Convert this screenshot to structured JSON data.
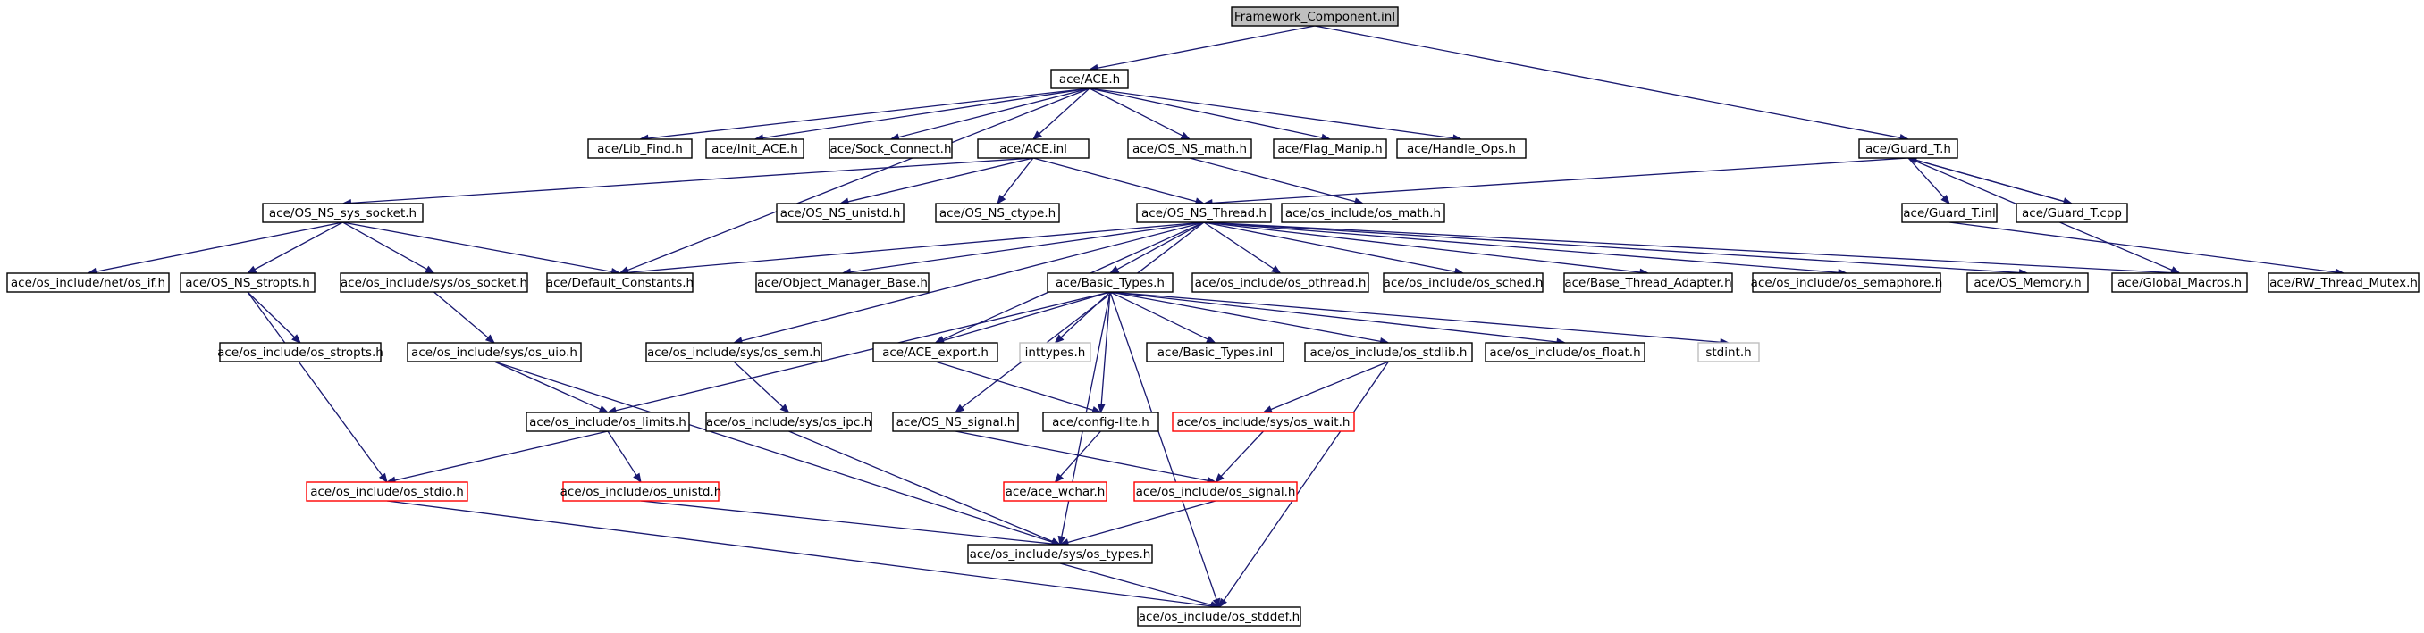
{
  "colors": {
    "edge": "#191970",
    "box_border": "#000000",
    "box_missing": "#ff0000",
    "box_external": "#bfbfbf",
    "root_fill": "#bfbfbf",
    "box_fill": "#ffffff"
  },
  "nodes": [
    {
      "id": "fc",
      "label": "Framework_Component.inl",
      "kind": "root"
    },
    {
      "id": "ace_h",
      "label": "ace/ACE.h",
      "kind": "normal"
    },
    {
      "id": "guard_h",
      "label": "ace/Guard_T.h",
      "kind": "normal"
    },
    {
      "id": "lib_find",
      "label": "ace/Lib_Find.h",
      "kind": "normal"
    },
    {
      "id": "init_ace",
      "label": "ace/Init_ACE.h",
      "kind": "normal"
    },
    {
      "id": "sock_connect",
      "label": "ace/Sock_Connect.h",
      "kind": "normal"
    },
    {
      "id": "ace_inl",
      "label": "ace/ACE.inl",
      "kind": "normal"
    },
    {
      "id": "os_ns_math",
      "label": "ace/OS_NS_math.h",
      "kind": "normal"
    },
    {
      "id": "flag_manip",
      "label": "ace/Flag_Manip.h",
      "kind": "normal"
    },
    {
      "id": "handle_ops",
      "label": "ace/Handle_Ops.h",
      "kind": "normal"
    },
    {
      "id": "os_ns_sys_socket",
      "label": "ace/OS_NS_sys_socket.h",
      "kind": "normal"
    },
    {
      "id": "os_ns_unistd",
      "label": "ace/OS_NS_unistd.h",
      "kind": "normal"
    },
    {
      "id": "os_ns_ctype",
      "label": "ace/OS_NS_ctype.h",
      "kind": "normal"
    },
    {
      "id": "os_ns_thread",
      "label": "ace/OS_NS_Thread.h",
      "kind": "normal"
    },
    {
      "id": "os_math",
      "label": "ace/os_include/os_math.h",
      "kind": "normal"
    },
    {
      "id": "guard_inl",
      "label": "ace/Guard_T.inl",
      "kind": "normal"
    },
    {
      "id": "guard_cpp",
      "label": "ace/Guard_T.cpp",
      "kind": "normal"
    },
    {
      "id": "os_if",
      "label": "ace/os_include/net/os_if.h",
      "kind": "normal"
    },
    {
      "id": "os_ns_stropts",
      "label": "ace/OS_NS_stropts.h",
      "kind": "normal"
    },
    {
      "id": "sys_os_socket",
      "label": "ace/os_include/sys/os_socket.h",
      "kind": "normal"
    },
    {
      "id": "default_constants",
      "label": "ace/Default_Constants.h",
      "kind": "normal"
    },
    {
      "id": "object_manager_base",
      "label": "ace/Object_Manager_Base.h",
      "kind": "normal"
    },
    {
      "id": "basic_types_h",
      "label": "ace/Basic_Types.h",
      "kind": "normal"
    },
    {
      "id": "os_pthread",
      "label": "ace/os_include/os_pthread.h",
      "kind": "normal"
    },
    {
      "id": "os_sched",
      "label": "ace/os_include/os_sched.h",
      "kind": "normal"
    },
    {
      "id": "base_thread_adapter",
      "label": "ace/Base_Thread_Adapter.h",
      "kind": "normal"
    },
    {
      "id": "os_semaphore",
      "label": "ace/os_include/os_semaphore.h",
      "kind": "normal"
    },
    {
      "id": "os_memory",
      "label": "ace/OS_Memory.h",
      "kind": "normal"
    },
    {
      "id": "global_macros",
      "label": "ace/Global_Macros.h",
      "kind": "normal"
    },
    {
      "id": "rw_thread_mutex",
      "label": "ace/RW_Thread_Mutex.h",
      "kind": "normal"
    },
    {
      "id": "os_stropts",
      "label": "ace/os_include/os_stropts.h",
      "kind": "normal"
    },
    {
      "id": "sys_os_uio",
      "label": "ace/os_include/sys/os_uio.h",
      "kind": "normal"
    },
    {
      "id": "sys_os_sem",
      "label": "ace/os_include/sys/os_sem.h",
      "kind": "normal"
    },
    {
      "id": "ace_export",
      "label": "ace/ACE_export.h",
      "kind": "normal"
    },
    {
      "id": "inttypes",
      "label": "inttypes.h",
      "kind": "external"
    },
    {
      "id": "basic_types_inl",
      "label": "ace/Basic_Types.inl",
      "kind": "normal"
    },
    {
      "id": "os_stdlib",
      "label": "ace/os_include/os_stdlib.h",
      "kind": "normal"
    },
    {
      "id": "os_float",
      "label": "ace/os_include/os_float.h",
      "kind": "normal"
    },
    {
      "id": "stdint",
      "label": "stdint.h",
      "kind": "external"
    },
    {
      "id": "os_limits",
      "label": "ace/os_include/os_limits.h",
      "kind": "normal"
    },
    {
      "id": "sys_os_ipc",
      "label": "ace/os_include/sys/os_ipc.h",
      "kind": "normal"
    },
    {
      "id": "os_ns_signal",
      "label": "ace/OS_NS_signal.h",
      "kind": "normal"
    },
    {
      "id": "config_lite",
      "label": "ace/config-lite.h",
      "kind": "normal"
    },
    {
      "id": "sys_os_wait",
      "label": "ace/os_include/sys/os_wait.h",
      "kind": "missing"
    },
    {
      "id": "os_stdio",
      "label": "ace/os_include/os_stdio.h",
      "kind": "missing"
    },
    {
      "id": "os_unistd",
      "label": "ace/os_include/os_unistd.h",
      "kind": "missing"
    },
    {
      "id": "ace_wchar",
      "label": "ace/ace_wchar.h",
      "kind": "missing"
    },
    {
      "id": "os_signal",
      "label": "ace/os_include/os_signal.h",
      "kind": "missing"
    },
    {
      "id": "sys_os_types",
      "label": "ace/os_include/sys/os_types.h",
      "kind": "normal"
    },
    {
      "id": "os_stddef",
      "label": "ace/os_include/os_stddef.h",
      "kind": "normal"
    }
  ],
  "edges": [
    [
      "fc",
      "ace_h"
    ],
    [
      "fc",
      "guard_h"
    ],
    [
      "ace_h",
      "lib_find"
    ],
    [
      "ace_h",
      "init_ace"
    ],
    [
      "ace_h",
      "sock_connect"
    ],
    [
      "ace_h",
      "ace_inl"
    ],
    [
      "ace_h",
      "os_ns_math"
    ],
    [
      "ace_h",
      "flag_manip"
    ],
    [
      "ace_h",
      "handle_ops"
    ],
    [
      "ace_h",
      "default_constants"
    ],
    [
      "ace_inl",
      "os_ns_sys_socket"
    ],
    [
      "ace_inl",
      "os_ns_unistd"
    ],
    [
      "ace_inl",
      "os_ns_ctype"
    ],
    [
      "ace_inl",
      "os_ns_thread"
    ],
    [
      "os_ns_math",
      "os_math"
    ],
    [
      "guard_h",
      "os_ns_thread"
    ],
    [
      "guard_h",
      "guard_inl"
    ],
    [
      "guard_h",
      "guard_cpp"
    ],
    [
      "guard_h",
      "global_macros"
    ],
    [
      "guard_cpp",
      "guard_h"
    ],
    [
      "guard_inl",
      "rw_thread_mutex"
    ],
    [
      "os_ns_sys_socket",
      "os_if"
    ],
    [
      "os_ns_sys_socket",
      "os_ns_stropts"
    ],
    [
      "os_ns_sys_socket",
      "sys_os_socket"
    ],
    [
      "os_ns_sys_socket",
      "default_constants"
    ],
    [
      "os_ns_thread",
      "default_constants"
    ],
    [
      "os_ns_thread",
      "object_manager_base"
    ],
    [
      "os_ns_thread",
      "basic_types_h"
    ],
    [
      "os_ns_thread",
      "os_pthread"
    ],
    [
      "os_ns_thread",
      "os_sched"
    ],
    [
      "os_ns_thread",
      "base_thread_adapter"
    ],
    [
      "os_ns_thread",
      "os_semaphore"
    ],
    [
      "os_ns_thread",
      "os_memory"
    ],
    [
      "os_ns_thread",
      "global_macros"
    ],
    [
      "os_ns_thread",
      "sys_os_sem"
    ],
    [
      "os_ns_thread",
      "ace_export"
    ],
    [
      "os_ns_thread",
      "os_ns_signal"
    ],
    [
      "os_ns_stropts",
      "os_stropts"
    ],
    [
      "os_ns_stropts",
      "os_stdio"
    ],
    [
      "sys_os_socket",
      "sys_os_uio"
    ],
    [
      "sys_os_uio",
      "os_limits"
    ],
    [
      "sys_os_uio",
      "sys_os_types"
    ],
    [
      "basic_types_h",
      "ace_export"
    ],
    [
      "basic_types_h",
      "inttypes"
    ],
    [
      "basic_types_h",
      "basic_types_inl"
    ],
    [
      "basic_types_h",
      "os_stdlib"
    ],
    [
      "basic_types_h",
      "os_float"
    ],
    [
      "basic_types_h",
      "stdint"
    ],
    [
      "basic_types_h",
      "os_limits"
    ],
    [
      "basic_types_h",
      "config_lite"
    ],
    [
      "basic_types_h",
      "sys_os_types"
    ],
    [
      "basic_types_h",
      "os_stddef"
    ],
    [
      "sys_os_sem",
      "sys_os_ipc"
    ],
    [
      "sys_os_ipc",
      "sys_os_types"
    ],
    [
      "ace_export",
      "config_lite"
    ],
    [
      "config_lite",
      "ace_wchar"
    ],
    [
      "os_stdlib",
      "sys_os_wait"
    ],
    [
      "os_stdlib",
      "os_stddef"
    ],
    [
      "sys_os_wait",
      "os_signal"
    ],
    [
      "os_ns_signal",
      "os_signal"
    ],
    [
      "os_signal",
      "sys_os_types"
    ],
    [
      "os_limits",
      "os_stdio"
    ],
    [
      "os_limits",
      "os_unistd"
    ],
    [
      "os_unistd",
      "sys_os_types"
    ],
    [
      "os_stdio",
      "os_stddef"
    ],
    [
      "sys_os_types",
      "os_stddef"
    ]
  ]
}
